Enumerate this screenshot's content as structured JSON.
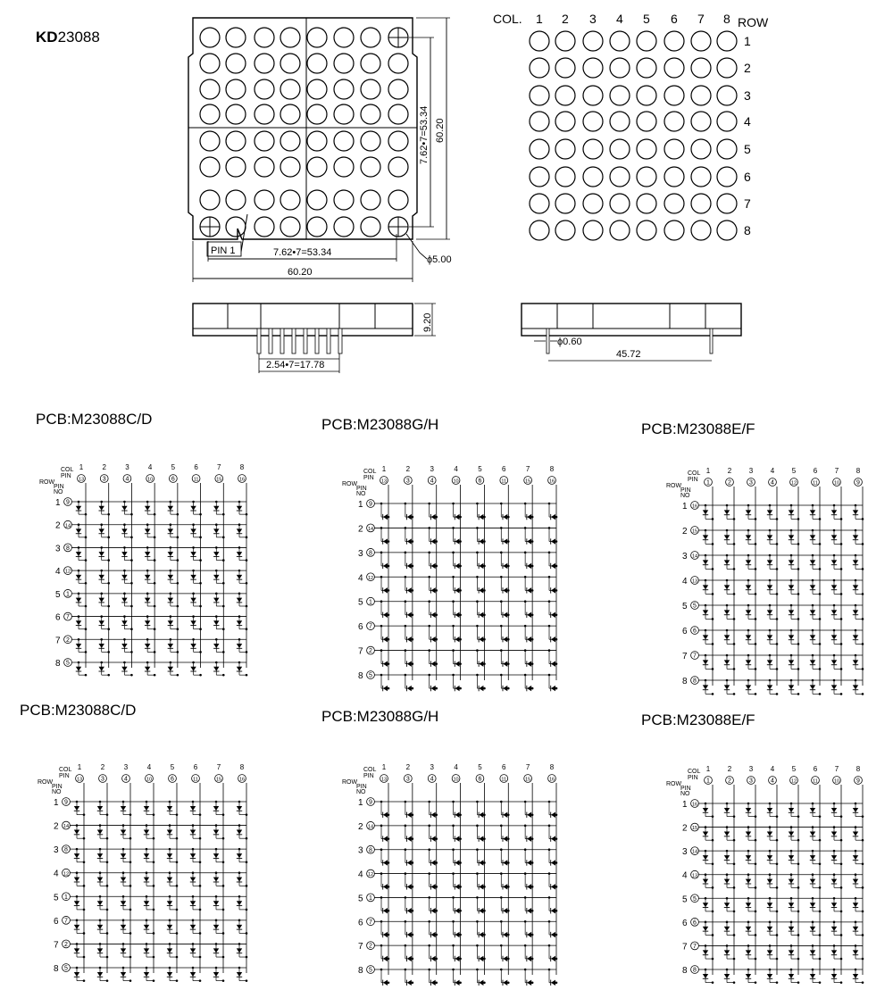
{
  "header": {
    "model_prefix": "KD",
    "model_number": "23088"
  },
  "front_view": {
    "dim_pitch": "7.62•7=53.34",
    "dim_outer": "60.20",
    "pin1_label": "PIN 1",
    "dot_diameter": "ϕ5.00"
  },
  "matrix_view": {
    "col_label": "COL.",
    "row_label": "ROW",
    "cols": [
      "1",
      "2",
      "3",
      "4",
      "5",
      "6",
      "7",
      "8"
    ],
    "rows": [
      "1",
      "2",
      "3",
      "4",
      "5",
      "6",
      "7",
      "8"
    ]
  },
  "side_view": {
    "height": "9.20",
    "pin_pitch": "2.54•7=17.78",
    "pin_dia": "ϕ0.60",
    "row_span": "45.72"
  },
  "schematics": [
    {
      "title": "PCB:M23088C/D",
      "col_pins": [
        "13",
        "3",
        "4",
        "10",
        "6",
        "11",
        "15",
        "16"
      ],
      "row_pins": [
        "9",
        "14",
        "8",
        "12",
        "1",
        "7",
        "2",
        "5"
      ],
      "dir": "v"
    },
    {
      "title": "PCB:M23088G/H",
      "col_pins": [
        "13",
        "3",
        "4",
        "10",
        "6",
        "11",
        "15",
        "16"
      ],
      "row_pins": [
        "9",
        "14",
        "8",
        "12",
        "1",
        "7",
        "2",
        "5"
      ],
      "dir": "h"
    },
    {
      "title": "PCB:M23088E/F",
      "col_pins": [
        "1",
        "2",
        "3",
        "4",
        "12",
        "11",
        "10",
        "9"
      ],
      "row_pins": [
        "16",
        "15",
        "14",
        "13",
        "5",
        "6",
        "7",
        "8"
      ],
      "dir": "v"
    },
    {
      "title": "PCB:M23088C/D",
      "col_pins": [
        "13",
        "3",
        "4",
        "10",
        "6",
        "11",
        "15",
        "16"
      ],
      "row_pins": [
        "9",
        "14",
        "8",
        "12",
        "1",
        "7",
        "2",
        "5"
      ],
      "dir": "v"
    },
    {
      "title": "PCB:M23088G/H",
      "col_pins": [
        "13",
        "3",
        "4",
        "10",
        "6",
        "11",
        "15",
        "16"
      ],
      "row_pins": [
        "9",
        "14",
        "8",
        "12",
        "1",
        "7",
        "2",
        "5"
      ],
      "dir": "h"
    },
    {
      "title": "PCB:M23088E/F",
      "col_pins": [
        "1",
        "2",
        "3",
        "4",
        "12",
        "11",
        "10",
        "9"
      ],
      "row_pins": [
        "16",
        "15",
        "14",
        "13",
        "5",
        "6",
        "7",
        "8"
      ],
      "dir": "v"
    }
  ],
  "schematic_labels": {
    "col": "COL",
    "pin": "PIN",
    "no": "NO",
    "row": "ROW"
  }
}
